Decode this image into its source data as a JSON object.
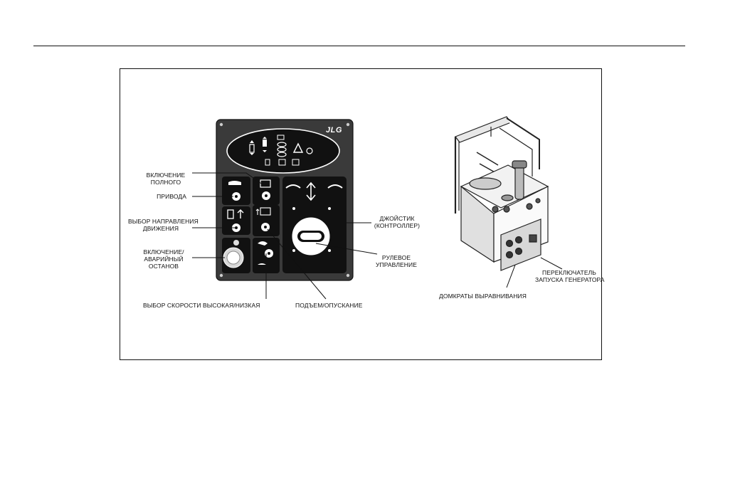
{
  "figure": {
    "logo_text": "JLG",
    "labels": {
      "drive_enable_1": "ВКЛЮЧЕНИЕ",
      "drive_enable_2": "ПОЛНОГО",
      "drive_enable_3": "ПРИВОДА",
      "direction_1": "ВЫБОР НАПРАВЛЕНИЯ",
      "direction_2": "ДВИЖЕНИЯ",
      "estop_1": "ВКЛЮЧЕНИЕ/",
      "estop_2": "АВАРИЙНЫЙ",
      "estop_3": "ОСТАНОВ",
      "speed_select": "ВЫБОР СКОРОСТИ ВЫСОКАЯ/НИЗКАЯ",
      "lift_lower": "ПОДЪЕМ/ОПУСКАНИЕ",
      "joystick_1": "ДЖОЙСТИК",
      "joystick_2": "(КОНТРОЛЛЕР)",
      "steering_1": "РУЛЕВОЕ",
      "steering_2": "УПРАВЛЕНИЕ",
      "generator_1": "ПЕРЕКЛЮЧАТЕЛЬ",
      "generator_2": "ЗАПУСКА ГЕНЕРАТОРА",
      "jacks": "ДОМКРАТЫ ВЫРАВНИВАНИЯ"
    }
  }
}
